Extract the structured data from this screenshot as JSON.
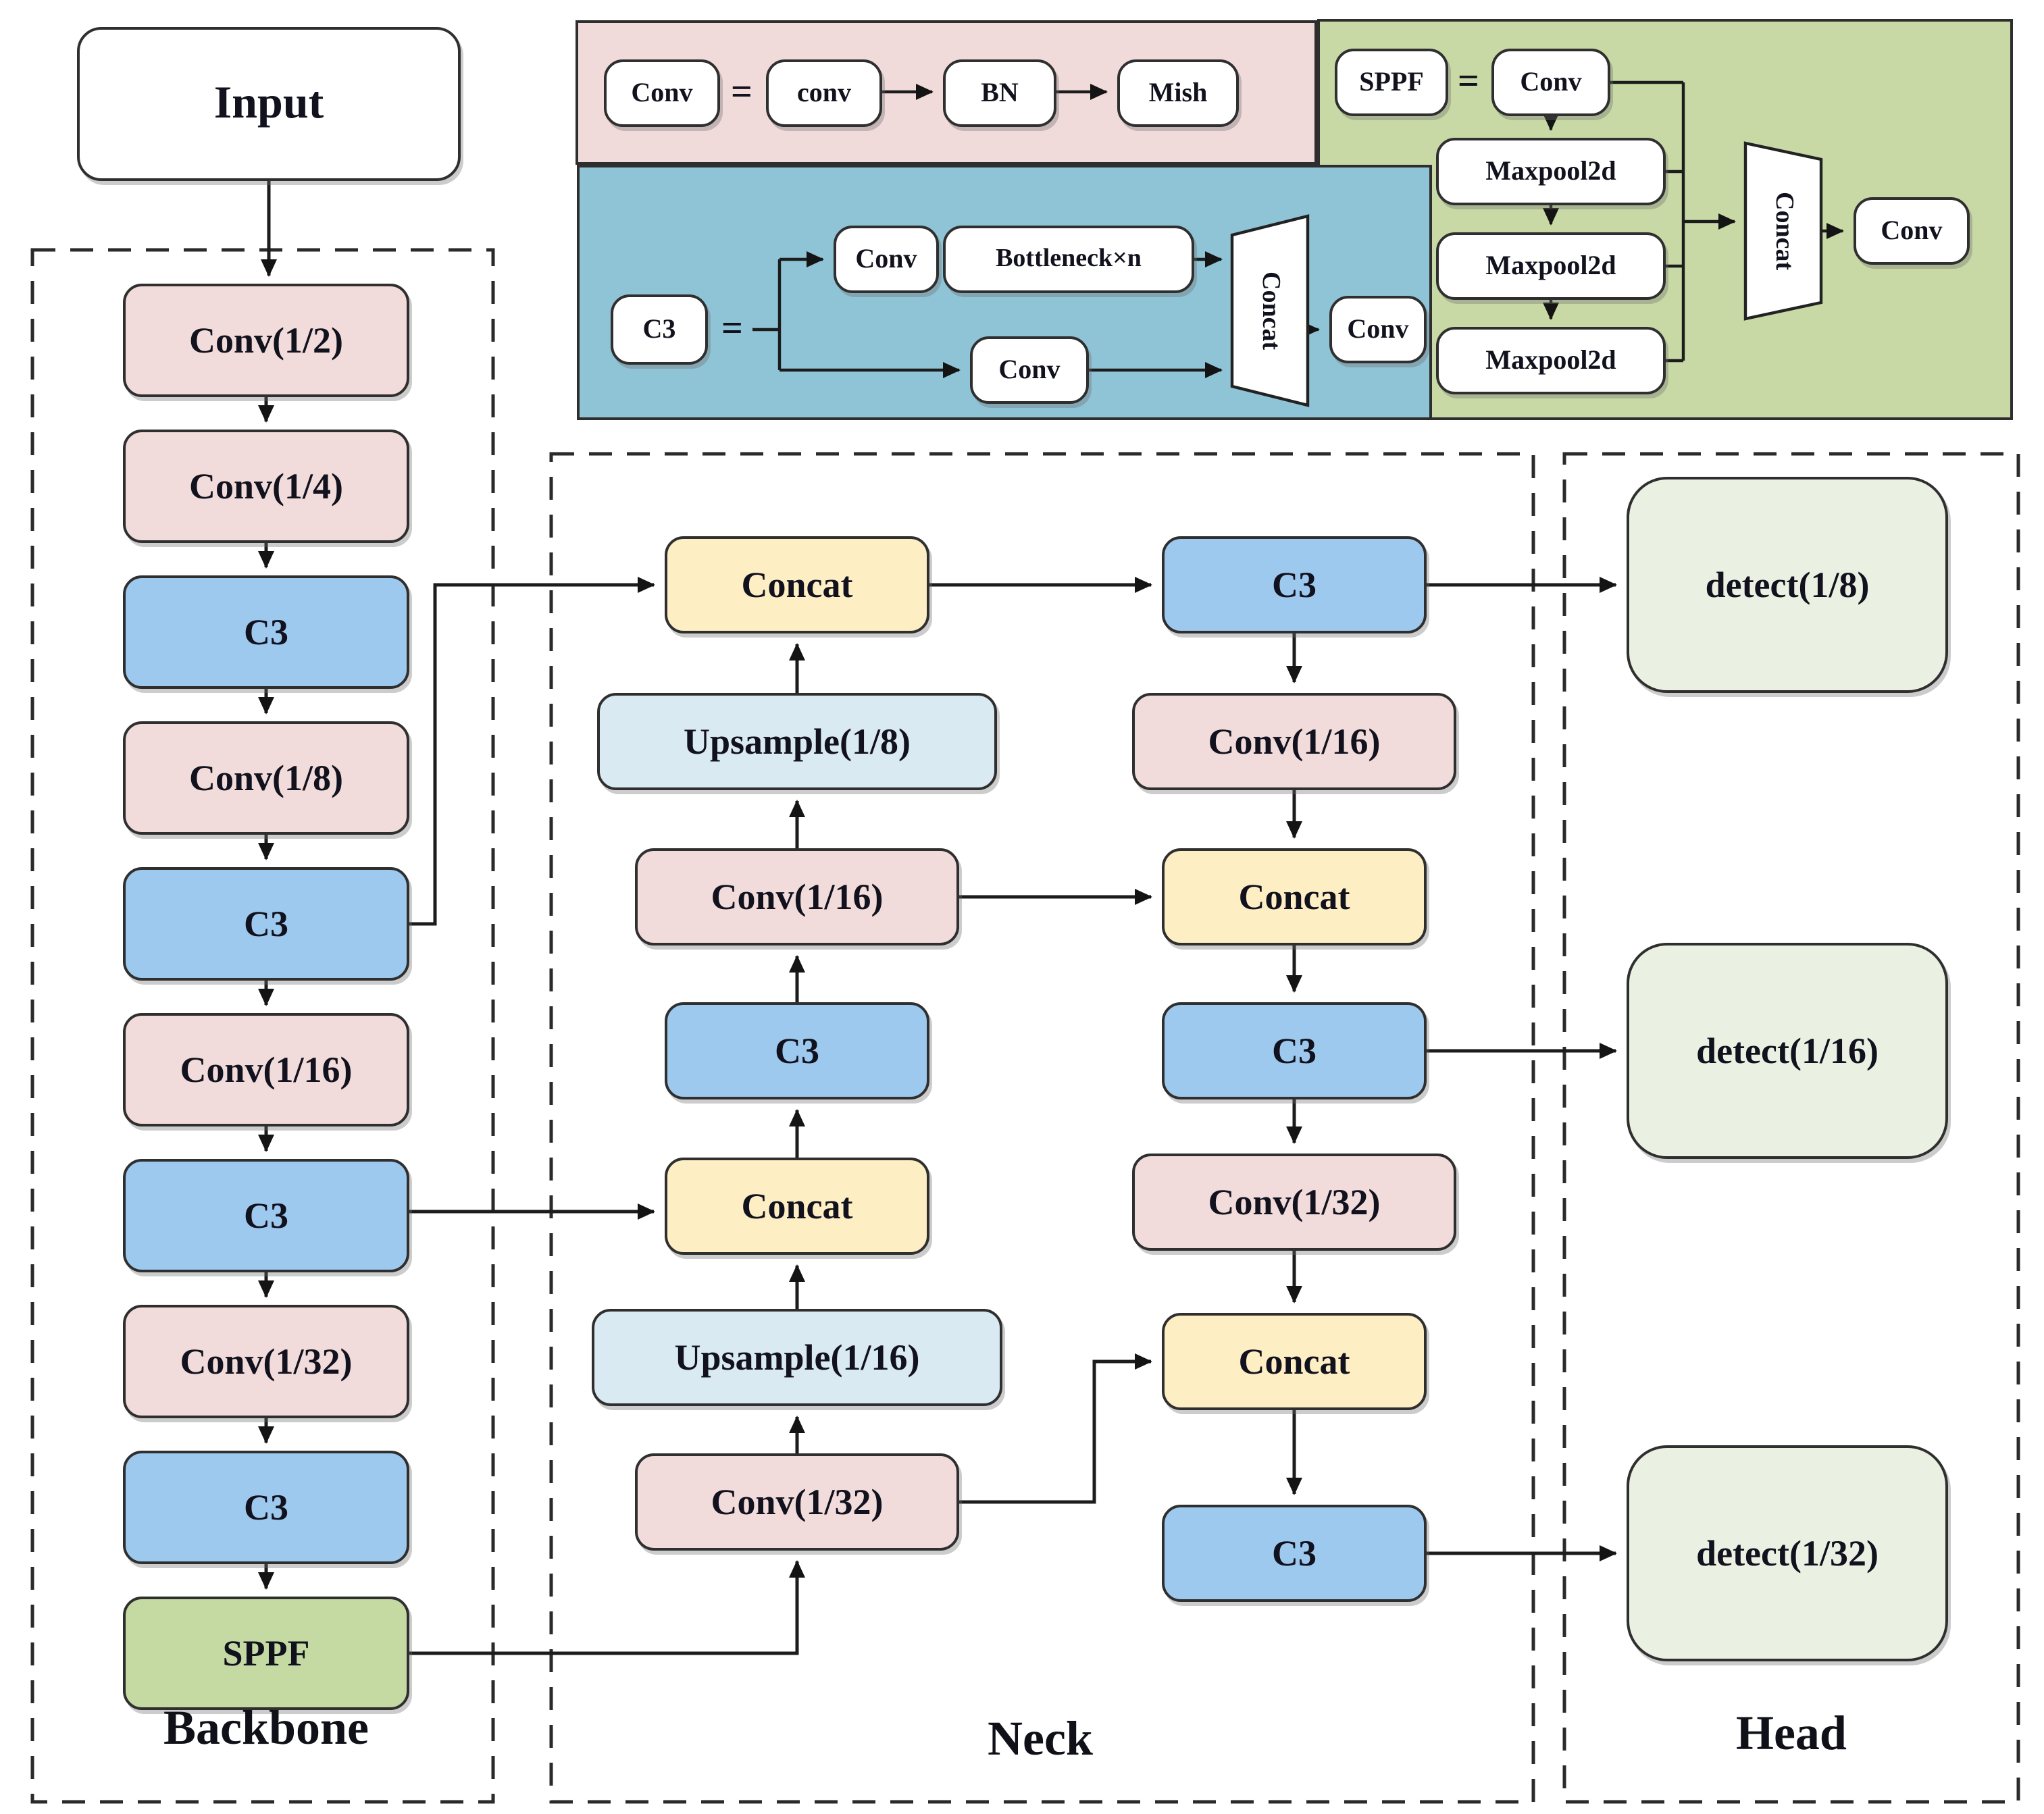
{
  "colors": {
    "box_border": "#2f2f2f",
    "text": "#12121e",
    "pink": "#f2dcdb",
    "blue": "#9ec9ef",
    "yellow": "#fdeec4",
    "lightblue": "#d9eaf2",
    "green": "#c5d9a2",
    "detect_green": "#ebf1e2",
    "panel_pink": "#f0dbda",
    "panel_teal": "#8fc3d6",
    "panel_green": "#c8d9a5"
  },
  "legend_conv": {
    "name": "Conv",
    "eq": "=",
    "steps": [
      "conv",
      "BN",
      "Mish"
    ]
  },
  "legend_sppf": {
    "name": "SPPF",
    "eq": "=",
    "conv_in": "Conv",
    "pool1": "Maxpool2d",
    "pool2": "Maxpool2d",
    "pool3": "Maxpool2d",
    "concat": "Concat",
    "conv_out": "Conv"
  },
  "legend_c3": {
    "name": "C3",
    "eq": "=",
    "conv_top": "Conv",
    "bottleneck": "Bottleneck×n",
    "conv_bottom": "Conv",
    "concat": "Concat",
    "conv_out": "Conv"
  },
  "backbone": {
    "label": "Backbone",
    "input": "Input",
    "n0": "Conv(1/2)",
    "n1": "Conv(1/4)",
    "n2": "C3",
    "n3": "Conv(1/8)",
    "n4": "C3",
    "n5": "Conv(1/16)",
    "n6": "C3",
    "n7": "Conv(1/32)",
    "n8": "C3",
    "n9": "SPPF"
  },
  "neck": {
    "label": "Neck",
    "l0": "Concat",
    "l1": "Upsample(1/8)",
    "l2": "Conv(1/16)",
    "l3": "C3",
    "l4": "Concat",
    "l5": "Upsample(1/16)",
    "l6": "Conv(1/32)",
    "r0": "C3",
    "r1": "Conv(1/16)",
    "r2": "Concat",
    "r3": "C3",
    "r4": "Conv(1/32)",
    "r5": "Concat",
    "r6": "C3"
  },
  "head": {
    "label": "Head",
    "d0": "detect(1/8)",
    "d1": "detect(1/16)",
    "d2": "detect(1/32)"
  }
}
